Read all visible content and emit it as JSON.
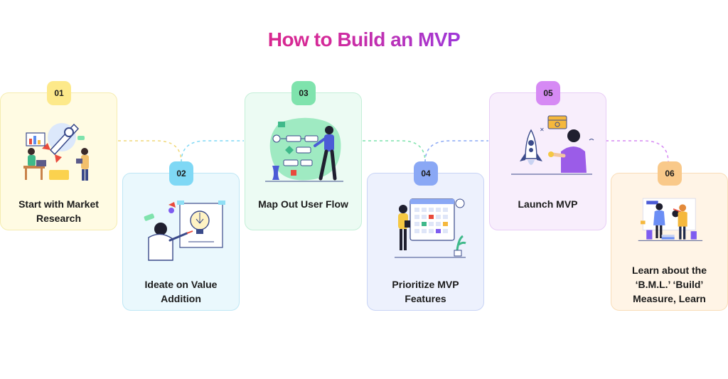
{
  "title": "How to Build an MVP",
  "steps": [
    {
      "number": "01",
      "label": "Start with Market Research",
      "icon": "market-research-illustration",
      "bg": "#fffbe3",
      "border": "#f5ecb0",
      "badge": "#fde98a"
    },
    {
      "number": "02",
      "label": "Ideate on Value Addition",
      "icon": "ideate-illustration",
      "bg": "#eaf8fd",
      "border": "#bfe7f5",
      "badge": "#7fd8f5"
    },
    {
      "number": "03",
      "label": "Map Out User Flow",
      "icon": "user-flow-illustration",
      "bg": "#ecfbf3",
      "border": "#c4efd8",
      "badge": "#7fe3ad"
    },
    {
      "number": "04",
      "label": "Prioritize MVP Features",
      "icon": "prioritize-illustration",
      "bg": "#edf1fd",
      "border": "#c8d4f6",
      "badge": "#8aa8f5"
    },
    {
      "number": "05",
      "label": "Launch MVP",
      "icon": "launch-illustration",
      "bg": "#f8eefc",
      "border": "#e8cdf6",
      "badge": "#d68af4"
    },
    {
      "number": "06",
      "label": "Learn about the ‘B.M.L.’ ‘Build’ Measure, Learn",
      "icon": "learn-illustration",
      "bg": "#fff4e6",
      "border": "#f9ddb8",
      "badge": "#f9c98a"
    }
  ]
}
